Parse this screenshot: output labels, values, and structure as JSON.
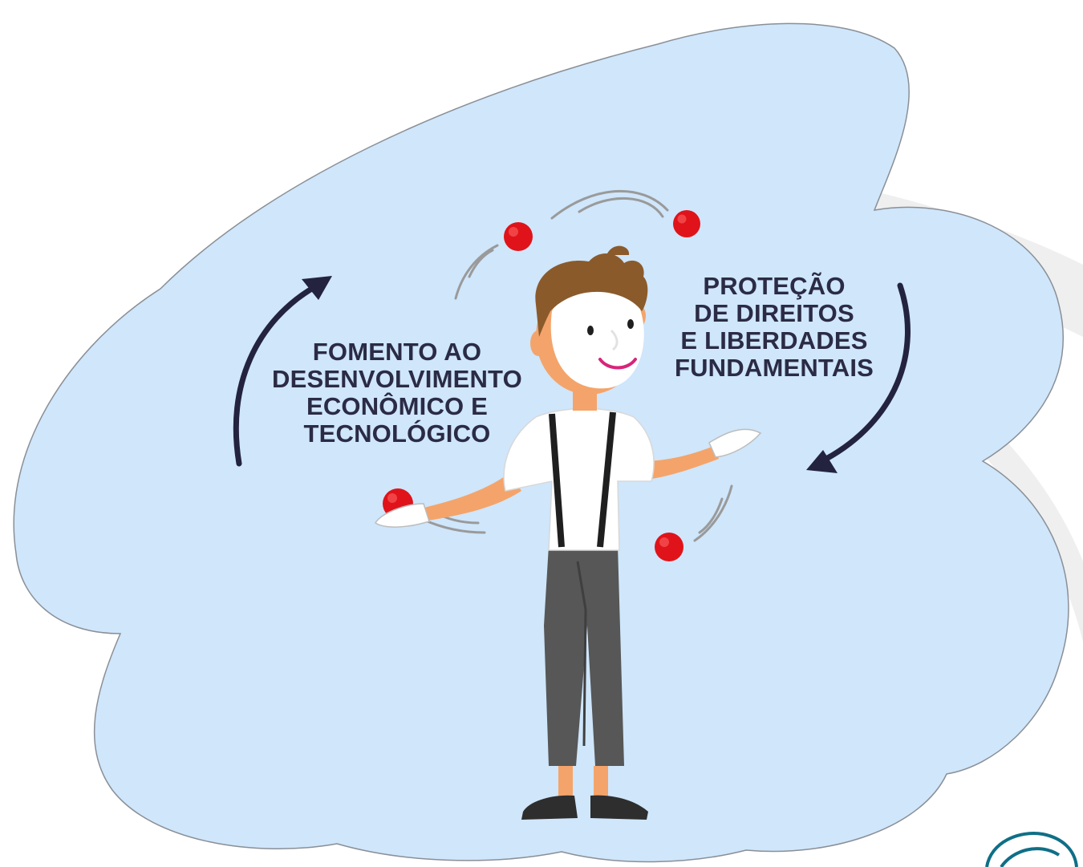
{
  "captions": {
    "left": {
      "line1": "FOMENTO AO",
      "line2": "DESENVOLVIMENTO",
      "line3": "ECONÔMICO E",
      "line4": "TECNOLÓGICO"
    },
    "right": {
      "line1": "PROTEÇÃO",
      "line2": "DE DIREITOS",
      "line3": "E LIBERDADES",
      "line4": "FUNDAMENTAIS"
    }
  },
  "colors": {
    "background": "#ffffff",
    "cloud_fill": "#cfe6fb",
    "cloud_stroke": "#8a8f96",
    "arrow": "#23233f",
    "caption_text": "#2b2b45",
    "ball_red": "#e0131a",
    "skin": "#f4a46a",
    "hair": "#8b5a2b",
    "shirt": "#ffffff",
    "trousers": "#575757",
    "shoes": "#2e2e2e",
    "watermark_arc": "#eeeeee",
    "logo_stroke": "#0f6f86"
  },
  "icons": {
    "left_arrow": "curved-up-arrow-icon",
    "right_arrow": "curved-down-arrow-icon",
    "logo": "orbit-logo-icon"
  }
}
